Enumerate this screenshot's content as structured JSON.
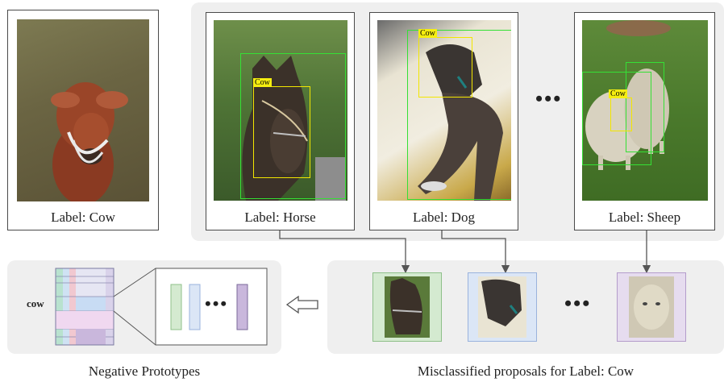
{
  "anchor_card": {
    "label": "Label: Cow"
  },
  "proposal_cards": [
    {
      "label": "Label: Horse",
      "box_tag": "Cow"
    },
    {
      "label": "Label: Dog",
      "box_tag": "Cow"
    },
    {
      "label": "Label: Sheep",
      "box_tag": "Cow"
    }
  ],
  "ellipsis": "•••",
  "prototype_bank": {
    "row_label": "cow"
  },
  "captions": {
    "left": "Negative Prototypes",
    "right": "Misclassified proposals for Label: Cow"
  },
  "colors": {
    "ground_truth_box": "#35e035",
    "proposal_box": "#f2e600",
    "crop_horse": "#d4ead0",
    "crop_dog": "#dbe6f6",
    "crop_sheep": "#e6dcef"
  }
}
